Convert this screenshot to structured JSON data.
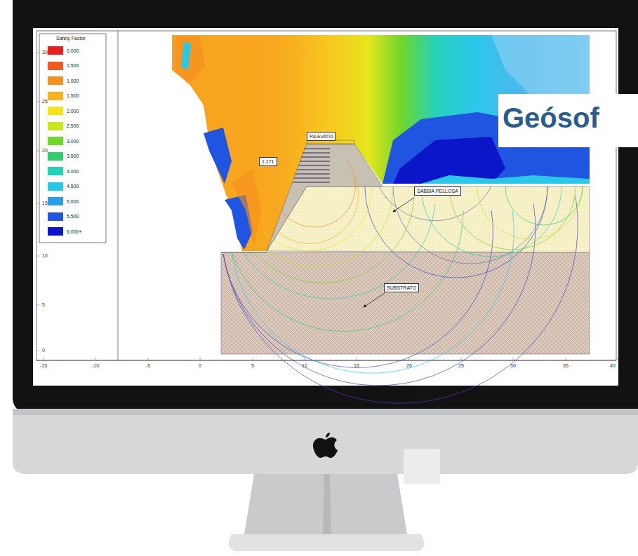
{
  "diagram": {
    "nodes": [
      {
        "text": [
          "RILEVATO"
        ]
      },
      {
        "text": [
          "1.171"
        ]
      },
      {
        "text": [
          "SABBIA PELLOSA"
        ]
      },
      {
        "text": [
          "SUBSTRATO"
        ]
      }
    ],
    "labels": [
      "Geósof",
      "Safety Factor",
      "-15",
      "-10",
      "-5",
      "0",
      "5",
      "10",
      "15",
      "20",
      "25",
      "30",
      "35",
      "40",
      "30",
      "25",
      "20",
      "15",
      "10",
      "5",
      "0"
    ],
    "legend": [
      {
        "text": "0.000",
        "color": "#e8201c"
      },
      {
        "text": "0.500",
        "color": "#f05a1e"
      },
      {
        "text": "1.000",
        "color": "#f7901e"
      },
      {
        "text": "1.500",
        "color": "#f8b21e"
      },
      {
        "text": "2.000",
        "color": "#f5e31c"
      },
      {
        "text": "2.500",
        "color": "#c9e51c"
      },
      {
        "text": "3.000",
        "color": "#6fd62a"
      },
      {
        "text": "3.500",
        "color": "#2fcf6e"
      },
      {
        "text": "4.000",
        "color": "#25d2b8"
      },
      {
        "text": "4.500",
        "color": "#2bc7e8"
      },
      {
        "text": "5.000",
        "color": "#2a9de8"
      },
      {
        "text": "5.500",
        "color": "#1f55e0"
      },
      {
        "text": "6.000+",
        "color": "#0b16c8"
      }
    ]
  }
}
